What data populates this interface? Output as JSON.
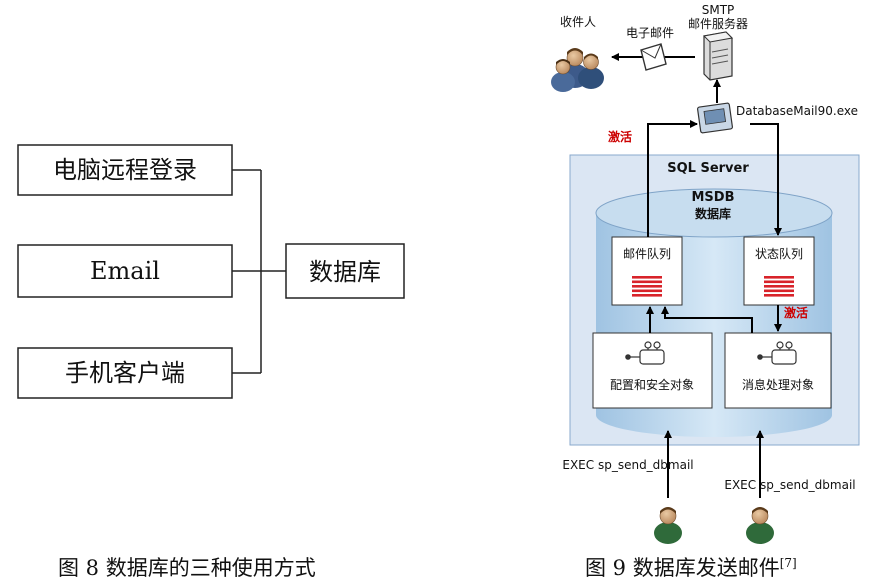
{
  "fig8": {
    "boxes": {
      "remote_login": "电脑远程登录",
      "email": "Email",
      "mobile_client": "手机客户端",
      "database": "数据库"
    },
    "caption": "图 8  数据库的三种使用方式"
  },
  "fig9": {
    "recipients": "收件人",
    "email": "电子邮件",
    "smtp_line1": "SMTP",
    "smtp_line2": "邮件服务器",
    "dbmail_exe": "DatabaseMail90.exe",
    "activate_top": "激活",
    "sql_server": "SQL Server",
    "msdb": "MSDB",
    "msdb_sub": "数据库",
    "mail_queue": "邮件队列",
    "status_queue": "状态队列",
    "activate_right": "激活",
    "config_security": "配置和安全对象",
    "message_processing": "消息处理对象",
    "exec_left": "EXEC sp_send_dbmail",
    "exec_right": "EXEC sp_send_dbmail",
    "caption": "图 9  数据库发送邮件",
    "caption_ref": "[7]",
    "colors": {
      "sql_panel": "#dbe6f3",
      "cylinder": "#b9d4ea",
      "queue_icon": "#d8232a",
      "activate_text": "#cc0000"
    }
  }
}
